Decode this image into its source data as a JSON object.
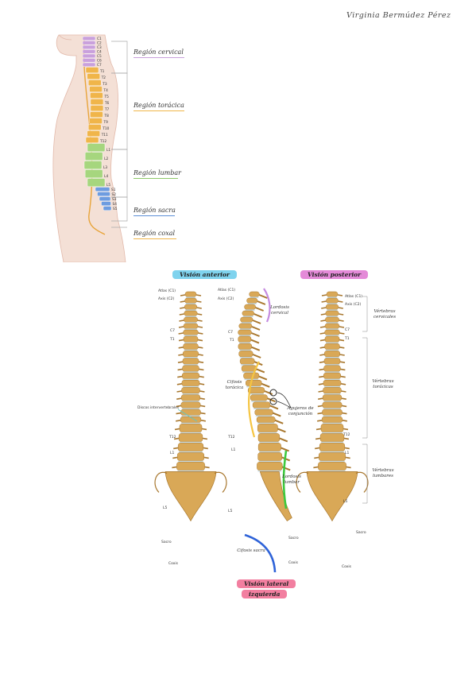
{
  "author": "Virginia Bermúdez Pérez",
  "side_view": {
    "vertebra_labels": {
      "cervical": [
        "C1",
        "C2",
        "C3",
        "C4",
        "C5",
        "C6",
        "C7"
      ],
      "thoracic": [
        "T1",
        "T2",
        "T3",
        "T4",
        "T5",
        "T6",
        "T7",
        "T8",
        "T9",
        "T10",
        "T11",
        "T12"
      ],
      "lumbar": [
        "L1",
        "L2",
        "L3",
        "L4",
        "L5"
      ],
      "sacral": [
        "S1",
        "S2",
        "S3",
        "S4",
        "S5"
      ]
    },
    "regions": [
      {
        "label": "Región cervical",
        "color": "#c9a0dc"
      },
      {
        "label": "Región torácica",
        "color": "#f0b54a"
      },
      {
        "label": "Región lumbar",
        "color": "#8fc86a"
      },
      {
        "label": "Región sacra",
        "color": "#5b8fd6"
      },
      {
        "label": "Región coxal",
        "color": "#f0b54a"
      }
    ],
    "colors": {
      "skin": "#f2dbd0",
      "skin_line": "#e2b9aa",
      "cervical": "#c9a0dc",
      "thoracic": "#f0b54a",
      "lumbar": "#a6d67e",
      "sacral": "#6d9ce0",
      "cord": "#e8a43a"
    }
  },
  "anterior": {
    "title": "Visión anterior",
    "title_color": "#7fd3ee",
    "labels": {
      "atlas": "Atlas (C1)",
      "axis": "Axis (C2)",
      "c7": "C7",
      "t1": "T1",
      "discos": "Discos intervertebrales",
      "t12": "T12",
      "l1": "L1",
      "l5": "L5",
      "sacro": "Sacro",
      "coxis": "Coxis"
    }
  },
  "lateral": {
    "title_line1": "Visión lateral",
    "title_line2": "izquierda",
    "title_color": "#f27fa0",
    "labels": {
      "atlas": "Atlas (C1)",
      "axis": "Axis (C2)",
      "c7": "C7",
      "t1": "T1",
      "t12": "T12",
      "l1": "L1",
      "l5": "L5",
      "sacro": "Sacro",
      "coxis": "Coxis",
      "agujeros": "Agujeros de conjunción",
      "lordosis_cervical": "Lordosis cervical",
      "cifosis_toracica": "Cifosis torácica",
      "lordosis_lumbar": "Lordosis lumbar",
      "cifosis_sacra": "Cifosis sacra"
    },
    "curve_colors": {
      "cervical": "#c58be0",
      "thoracic": "#f5c542",
      "lumbar": "#3ec93e",
      "sacral": "#2f63d8"
    }
  },
  "posterior": {
    "title": "Visión posterior",
    "title_color": "#e48ad8",
    "labels": {
      "atlas": "Atlas (C1)",
      "axis": "Axis (C2)",
      "c7": "C7",
      "t1": "T1",
      "t12": "T12",
      "l1": "L1",
      "l5": "L5",
      "sacro": "Sacro",
      "coxis": "Coxis",
      "vert_cervicales": "Vértebras cervicales",
      "vert_toracicas": "Vértebras torácicas",
      "vert_lumbares": "Vértebras lumbares"
    }
  },
  "bone": {
    "fill": "#d9a857",
    "dark": "#a8772e",
    "light": "#f1cf8f",
    "disc": "#c8dce6"
  }
}
